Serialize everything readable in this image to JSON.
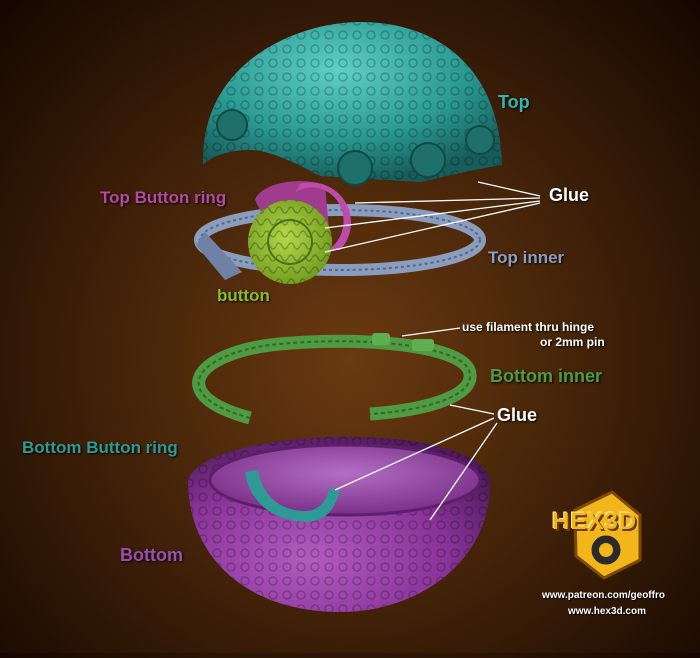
{
  "labels": {
    "top": "Top",
    "glue_top": "Glue",
    "top_button_ring": "Top Button ring",
    "top_inner": "Top inner",
    "button": "button",
    "hinge_note_line1": "use filament thru hinge",
    "hinge_note_line2": "or 2mm pin",
    "bottom_inner": "Bottom inner",
    "glue_bottom": "Glue",
    "bottom_button_ring": "Bottom Button ring",
    "bottom": "Bottom"
  },
  "logo": {
    "text": "HEX3D",
    "url_patreon": "www.patreon.com/geoffro",
    "url_site": "www.hex3d.com"
  },
  "colors": {
    "top": "#2fa39c",
    "top_button_ring": "#a03c8e",
    "top_inner": "#7d8fb0",
    "button": "#8cbb2c",
    "bottom_inner": "#4f9a43",
    "bottom_button_ring": "#2d9a96",
    "bottom": "#9a3fa8",
    "glue": "#ffffff",
    "logo": "#f2b51c"
  }
}
